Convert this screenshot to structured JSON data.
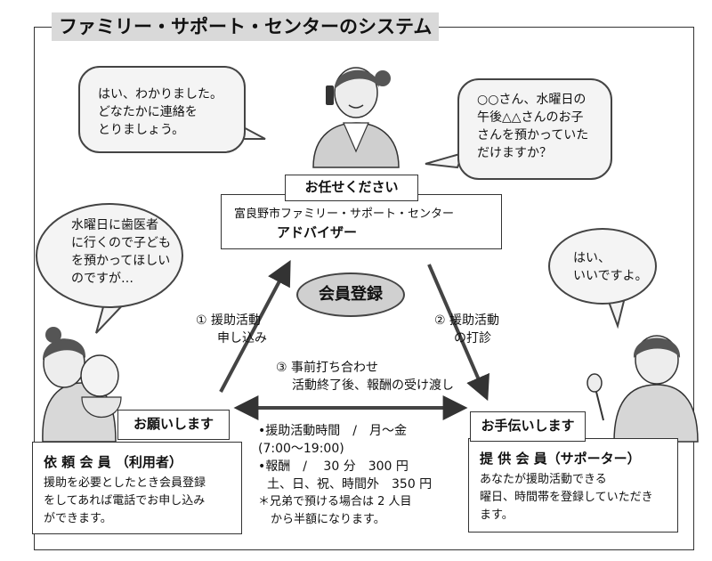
{
  "title": "ファミリー・サポート・センターのシステム",
  "center": {
    "tag": "お任せください",
    "org_name": "富良野市ファミリー・サポート・センター",
    "role": "アドバイザー"
  },
  "registration": "会員登録",
  "bubbles": {
    "advisor_left": [
      "はい、わかりました。",
      "どなたかに連絡を",
      "とりましょう。"
    ],
    "advisor_right": [
      "○○さん、水曜日の",
      "午後△△さんのお子",
      "さんを預かっていた",
      "だけますか？"
    ],
    "requester": [
      "水曜日に歯医者",
      "に行くので子ども",
      "を預かってほしい",
      "のですが…"
    ],
    "supporter": [
      "はい、",
      "いいですよ。"
    ]
  },
  "steps": {
    "step1": [
      "① 援助活動",
      "申し込み"
    ],
    "step2": [
      "② 援助活動",
      "の打診"
    ],
    "step3": [
      "③ 事前打ち合わせ",
      "活動終了後、報酬の受け渡し"
    ]
  },
  "requester_box": {
    "tag": "お願いします",
    "heading": "依 頼 会 員 （利用者）",
    "lines": [
      "援助を必要としたとき会員登録",
      "をしてあれば電話でお申し込み",
      "ができます。"
    ]
  },
  "supporter_box": {
    "tag": "お手伝いします",
    "heading": "提 供 会 員（サポーター）",
    "lines": [
      "あなたが援助活動できる",
      "曜日、時間帯を登録していただき",
      "ます。"
    ]
  },
  "info": {
    "hours_label": "•援助活動時間　/　月～金",
    "hours_range": "(7:00～19:00)",
    "fee_line1": "•報酬　/　 30 分　300 円",
    "fee_line2": "土、日、祝、時間外　350 円",
    "note_line1": "＊兄弟で預ける場合は 2 人目",
    "note_line2": "から半額になります。"
  }
}
